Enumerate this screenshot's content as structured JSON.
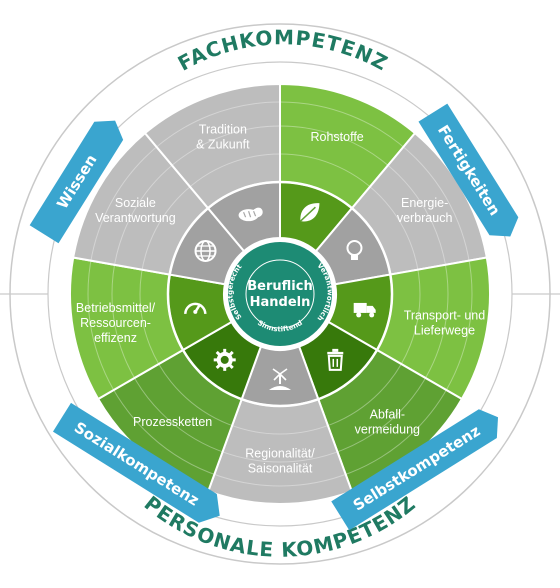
{
  "colors": {
    "green_light": "#7dc142",
    "green_mid": "#5fa133",
    "green_dark": "#3f8a2c",
    "gray_light": "#bdbdbd",
    "gray_mid": "#a7a7a7",
    "teal": "#1d8b74",
    "blue": "#3aa5cf",
    "blue_dark": "#2679a3",
    "title_green": "#1f7a62"
  },
  "titles": {
    "top": "FACHKOMPETENZ",
    "bottom": "PERSONALE KOMPETENZ"
  },
  "ribbons": {
    "top_left": "Wissen",
    "top_right": "Fertigkeiten",
    "bottom_left": "Sozialkompetenz",
    "bottom_right": "Selbstkompetenz"
  },
  "center": {
    "line1": "Beruflich",
    "line2": "Handeln",
    "arc_left": "Selbstgerecht",
    "arc_right": "Verantwortlich",
    "arc_bottom": "Sinnstiftend"
  },
  "segments": [
    {
      "label": [
        "Rohstoffe"
      ],
      "color": "green_light",
      "icon": "leaf-icon"
    },
    {
      "label": [
        "Energie-",
        "verbrauch"
      ],
      "color": "gray_light",
      "icon": "lightbulb-icon"
    },
    {
      "label": [
        "Transport- und",
        "Lieferwege"
      ],
      "color": "green_light",
      "icon": "truck-icon"
    },
    {
      "label": [
        "Abfall-",
        "vermeidung"
      ],
      "color": "green_mid",
      "icon": "trash-icon"
    },
    {
      "label": [
        "Regionalität/",
        "Saisonalität"
      ],
      "color": "gray_light",
      "icon": "windmill-field-icon"
    },
    {
      "label": [
        "Prozessketten"
      ],
      "color": "green_mid",
      "icon": "gear-icon"
    },
    {
      "label": [
        "Betriebsmittel/",
        "Ressourcen-",
        "effizenz"
      ],
      "color": "green_light",
      "icon": "gauge-icon"
    },
    {
      "label": [
        "Soziale",
        "Verantwortung"
      ],
      "color": "gray_light",
      "icon": "globe-icon"
    },
    {
      "label": [
        "Tradition",
        "& Zukunft"
      ],
      "color": "gray_light",
      "icon": "bread-icon"
    }
  ]
}
